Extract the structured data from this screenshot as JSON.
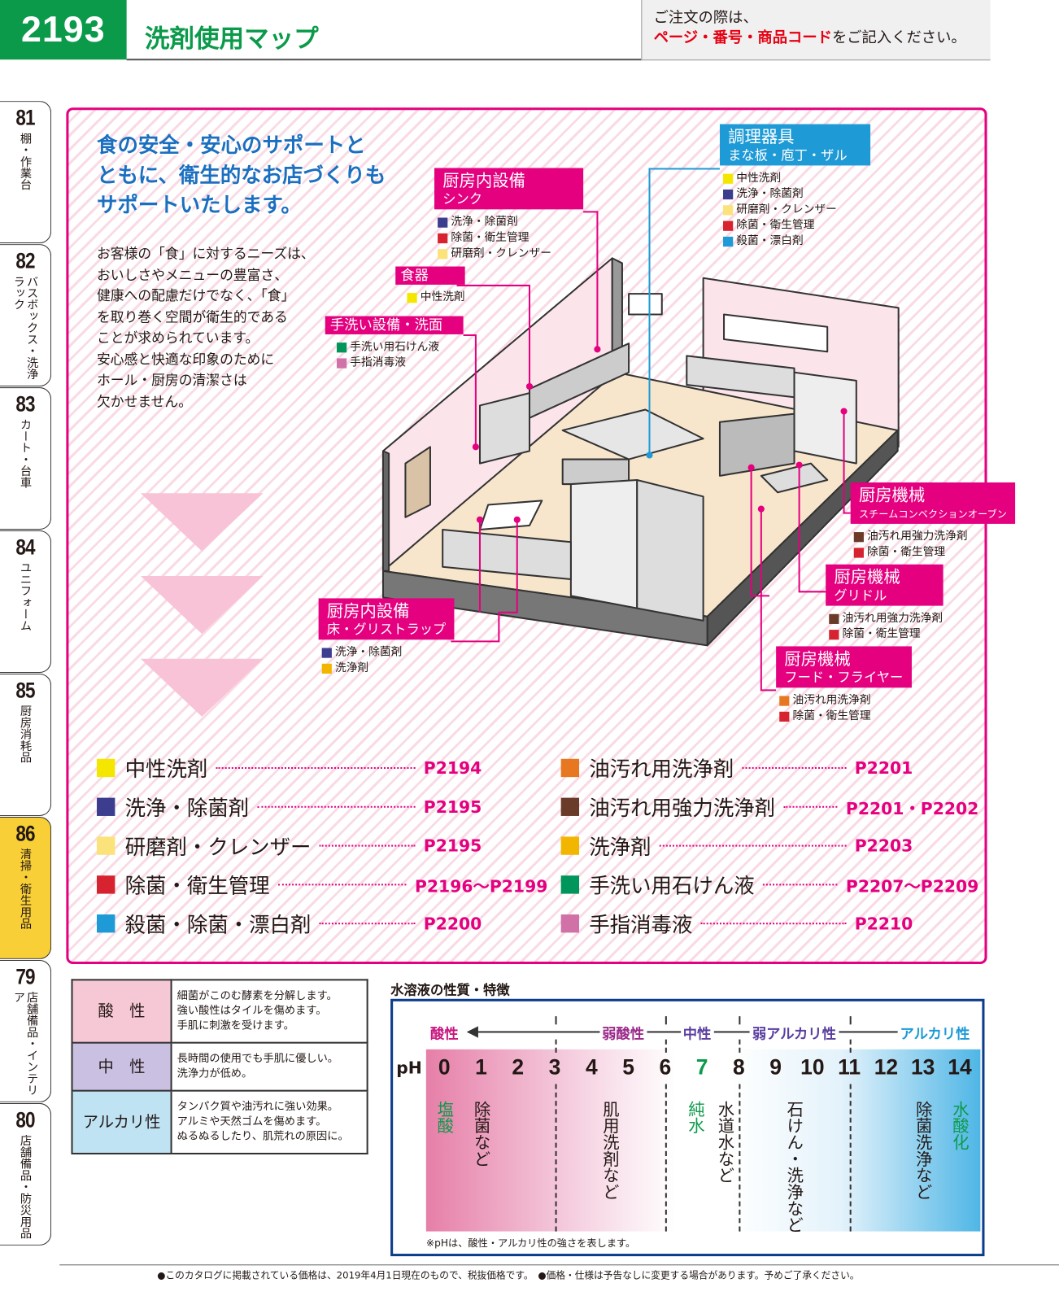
{
  "header": {
    "page_number": "2193",
    "title": "洗剤使用マップ",
    "order_note_line1": "ご注文の際は、",
    "order_note_highlight": "ページ・番号・商品コード",
    "order_note_tail": "をご記入ください。"
  },
  "side_tabs": [
    {
      "number": "81",
      "label": "棚・作業台",
      "active": false
    },
    {
      "number": "82",
      "label": "バスボックス・洗浄ラック",
      "active": false
    },
    {
      "number": "83",
      "label": "カート・台車",
      "active": false
    },
    {
      "number": "84",
      "label": "ユニフォーム",
      "active": false
    },
    {
      "number": "85",
      "label": "厨房消耗品",
      "active": false
    },
    {
      "number": "86",
      "label": "清掃・衛生用品",
      "active": true
    },
    {
      "number": "79",
      "label": "店舗備品・インテリア",
      "active": false
    },
    {
      "number": "80",
      "label": "店舗備品・防災用品",
      "active": false
    }
  ],
  "intro": {
    "headline": [
      "食の安全・安心のサポートと",
      "ともに、衛生的なお店づくりも",
      "サポートいたします。"
    ],
    "body": [
      "お客様の「食」に対するニーズは、",
      "おいしさやメニューの豊富さ、",
      "健康への配慮だけでなく、「食」",
      "を取り巻く空間が衛生的である",
      "ことが求められています。",
      "安心感と快適な印象のために",
      "ホール・厨房の清潔さは",
      "欠かせません。"
    ]
  },
  "colors": {
    "neutral": "#f5e600",
    "wash": "#3d3d8f",
    "abrasive": "#fbe27a",
    "sanitize": "#d7222f",
    "bleach": "#1e9ad6",
    "grease": "#e87722",
    "heavy_grease": "#6b3b2a",
    "detergent": "#f2b600",
    "hand_soap": "#00955a",
    "hand_sanitizer": "#d071a8",
    "brand_pink": "#e4007f"
  },
  "callouts": {
    "sink": {
      "title": "厨房内設備",
      "sub": "シンク",
      "items": [
        {
          "c": "#3d3d8f",
          "t": "洗浄・除菌剤"
        },
        {
          "c": "#d7222f",
          "t": "除菌・衛生管理"
        },
        {
          "c": "#fbe27a",
          "t": "研磨剤・クレンザー"
        }
      ]
    },
    "utensils": {
      "title": "調理器具",
      "sub": "まな板・庖丁・ザル",
      "items": [
        {
          "c": "#f5e600",
          "t": "中性洗剤"
        },
        {
          "c": "#3d3d8f",
          "t": "洗浄・除菌剤"
        },
        {
          "c": "#fbe27a",
          "t": "研磨剤・クレンザー"
        },
        {
          "c": "#d7222f",
          "t": "除菌・衛生管理"
        },
        {
          "c": "#1e9ad6",
          "t": "殺菌・漂白剤"
        }
      ]
    },
    "dishes": {
      "title": "食器",
      "items": [
        {
          "c": "#f5e600",
          "t": "中性洗剤"
        }
      ]
    },
    "handwash": {
      "title": "手洗い設備・洗面",
      "items": [
        {
          "c": "#00955a",
          "t": "手洗い用石けん液"
        },
        {
          "c": "#d071a8",
          "t": "手指消毒液"
        }
      ]
    },
    "floor": {
      "title": "厨房内設備",
      "sub": "床・グリストラップ",
      "items": [
        {
          "c": "#3d3d8f",
          "t": "洗浄・除菌剤"
        },
        {
          "c": "#f2b600",
          "t": "洗浄剤"
        }
      ]
    },
    "oven": {
      "title": "厨房機械",
      "sub": "スチームコンベクションオーブン",
      "items": [
        {
          "c": "#6b3b2a",
          "t": "油汚れ用強力洗浄剤"
        },
        {
          "c": "#d7222f",
          "t": "除菌・衛生管理"
        }
      ]
    },
    "griddle": {
      "title": "厨房機械",
      "sub": "グリドル",
      "items": [
        {
          "c": "#6b3b2a",
          "t": "油汚れ用強力洗浄剤"
        },
        {
          "c": "#d7222f",
          "t": "除菌・衛生管理"
        }
      ]
    },
    "fryer": {
      "title": "厨房機械",
      "sub": "フード・フライヤー",
      "items": [
        {
          "c": "#e87722",
          "t": "油汚れ用洗浄剤"
        },
        {
          "c": "#d7222f",
          "t": "除菌・衛生管理"
        }
      ]
    }
  },
  "legend": [
    [
      {
        "c": "#f5e600",
        "label": "中性洗剤",
        "page": "P2194"
      },
      {
        "c": "#3d3d8f",
        "label": "洗浄・除菌剤",
        "page": "P2195"
      },
      {
        "c": "#fbe27a",
        "label": "研磨剤・クレンザー",
        "page": "P2195"
      },
      {
        "c": "#d7222f",
        "label": "除菌・衛生管理",
        "page": "P2196〜P2199"
      },
      {
        "c": "#1e9ad6",
        "label": "殺菌・除菌・漂白剤",
        "page": "P2200"
      }
    ],
    [
      {
        "c": "#e87722",
        "label": "油汚れ用洗浄剤",
        "page": "P2201"
      },
      {
        "c": "#6b3b2a",
        "label": "油汚れ用強力洗浄剤",
        "page": "P2201・P2202"
      },
      {
        "c": "#f2b600",
        "label": "洗浄剤",
        "page": "P2203"
      },
      {
        "c": "#00955a",
        "label": "手洗い用石けん液",
        "page": "P2207〜P2209"
      },
      {
        "c": "#d071a8",
        "label": "手指消毒液",
        "page": "P2210"
      }
    ]
  ],
  "properties": [
    {
      "key": "酸　性",
      "bg": "#f6c8d6",
      "desc": [
        "細菌がこのむ酵素を分解します。",
        "強い酸性はタイルを傷めます。",
        "手肌に刺激を受けます。"
      ]
    },
    {
      "key": "中　性",
      "bg": "#c9c0e2",
      "desc": [
        "長時間の使用でも手肌に優しい。",
        "洗浄力が低め。"
      ]
    },
    {
      "key": "アルカリ性",
      "bg": "#bfe3f3",
      "desc": [
        "タンパク質や油汚れに強い効果。",
        "アルミや天然ゴムを傷めます。",
        "ぬるぬるしたり、肌荒れの原因に。"
      ]
    }
  ],
  "ph_chart": {
    "title": "水溶液の性質・特徴",
    "axis_label": "pH",
    "values": [
      "0",
      "1",
      "2",
      "3",
      "4",
      "5",
      "6",
      "7",
      "8",
      "9",
      "10",
      "11",
      "12",
      "13",
      "14"
    ],
    "classes": [
      {
        "label": "酸性",
        "color": "#c8177f"
      },
      {
        "label": "弱酸性",
        "color": "#9b2a8a"
      },
      {
        "label": "中性",
        "color": "#5a3ea0"
      },
      {
        "label": "弱アルカリ性",
        "color": "#5a3ea0"
      },
      {
        "label": "アルカリ性",
        "color": "#1e9ad6"
      }
    ],
    "examples": [
      {
        "ph": 0,
        "text": "塩酸",
        "color": "#0a9a4a"
      },
      {
        "ph": 1,
        "text": "除菌など",
        "color": "#231815"
      },
      {
        "ph": 4.5,
        "text": "肌用洗剤など",
        "color": "#231815"
      },
      {
        "ph": 7,
        "text": "純水",
        "color": "#0a9a4a"
      },
      {
        "ph": 7.4,
        "text": "水道水など",
        "color": "#231815"
      },
      {
        "ph": 9.5,
        "text": "石けん・洗浄など",
        "color": "#231815"
      },
      {
        "ph": 13,
        "text": "除菌洗浄など",
        "color": "#231815"
      },
      {
        "ph": 14,
        "text": "水酸化",
        "color": "#0a9a4a"
      }
    ],
    "note": "※pHは、酸性・アルカリ性の強さを表します。"
  },
  "footer": "●このカタログに掲載されている価格は、2019年4月1日現在のもので、税抜価格です。　●価格・仕様は予告なしに変更する場合があります。予めご了承ください。"
}
